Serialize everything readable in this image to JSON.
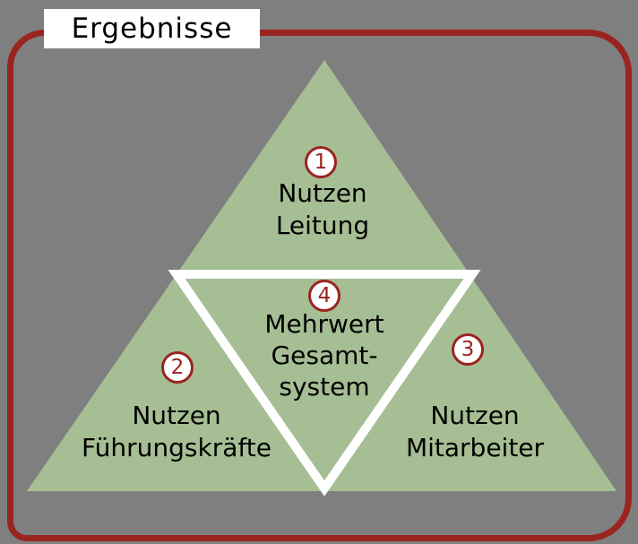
{
  "header": {
    "title": "Ergebnisse"
  },
  "colors": {
    "background": "#7f7f7f",
    "frame_border": "#9a2420",
    "triangle_fill": "#a6be94",
    "inner_outline": "#ffffff",
    "badge_border": "#9a2420",
    "badge_fill": "#ffffff",
    "badge_text": "#9a2420",
    "label_text": "#000000",
    "title_bg": "#ffffff",
    "title_text": "#000000"
  },
  "diagram": {
    "type": "pyramid",
    "sections": [
      {
        "number": "1",
        "line1": "Nutzen",
        "line2": "Leitung"
      },
      {
        "number": "2",
        "line1": "Nutzen",
        "line2": "Führungskräfte"
      },
      {
        "number": "3",
        "line1": "Nutzen",
        "line2": "Mitarbeiter"
      },
      {
        "number": "4",
        "line1": "Mehrwert",
        "line2": "Gesamt-",
        "line3": "system"
      }
    ]
  }
}
